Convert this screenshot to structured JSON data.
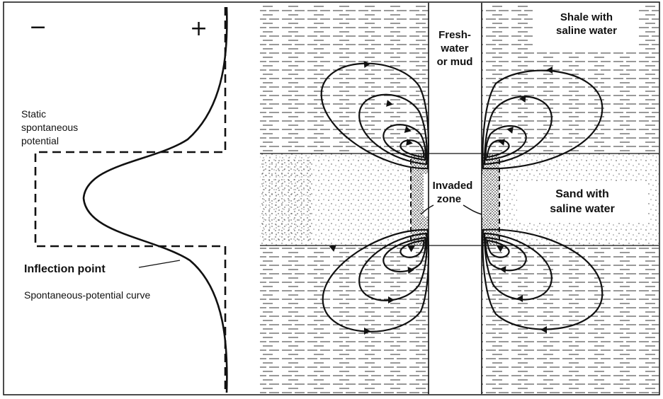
{
  "log_panel": {
    "sign_negative": "−",
    "sign_positive": "+",
    "label_ssp_line1": "Static",
    "label_ssp_line2": "spontaneous",
    "label_ssp_line3": "potential",
    "label_inflection": "Inflection point",
    "label_sp_curve": "Spontaneous-potential curve"
  },
  "formation_panel": {
    "label_borehole_line1": "Fresh-",
    "label_borehole_line2": "water",
    "label_borehole_line3": "or mud",
    "label_shale_line1": "Shale with",
    "label_shale_line2": "saline water",
    "label_invaded_line1": "Invaded",
    "label_invaded_line2": "zone",
    "label_sand_line1": "Sand with",
    "label_sand_line2": "saline water"
  },
  "colors": {
    "ink": "#111111",
    "background": "#ffffff"
  }
}
